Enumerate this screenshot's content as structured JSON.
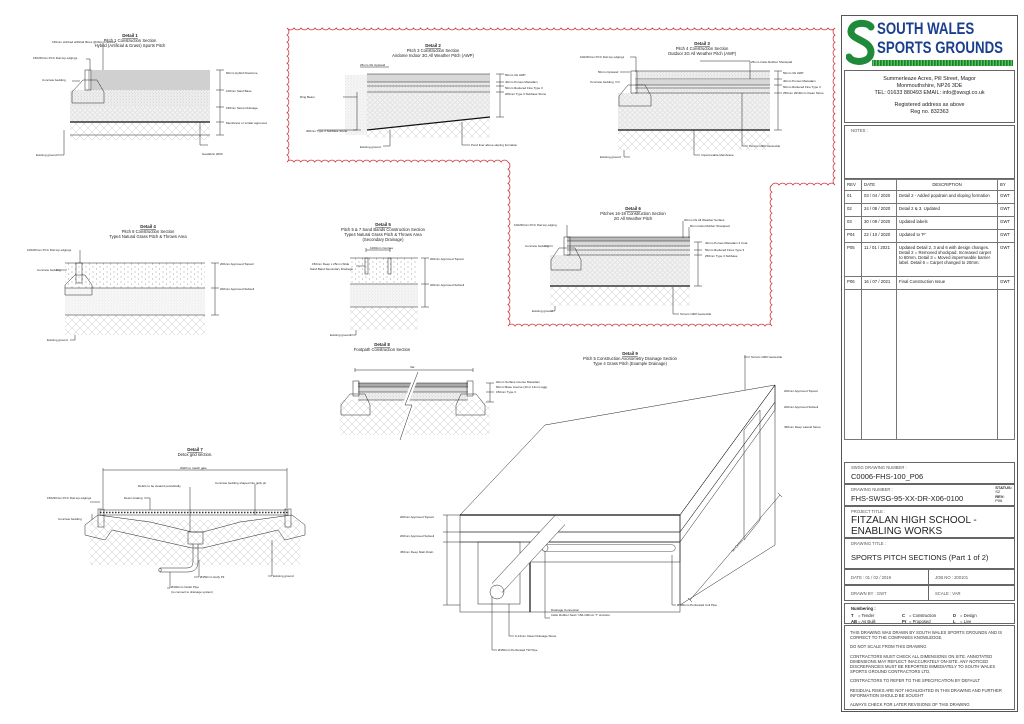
{
  "colors": {
    "revision_cloud": "#d0353f",
    "logo_blue": "#1b3f8f",
    "logo_green": "#1e8a3a"
  },
  "details": {
    "d1": {
      "title": "Detail 1",
      "sub": [
        "Pitch 1 Construction Section",
        "Hybrid (Artificial & Grass) Sports Pitch"
      ],
      "labels": [
        "150mm stitched artificial fibres @20mm centres",
        "150x50mm PCC Flat top edgings",
        "Concrete bedding",
        "60mm Hybrid Rootzone",
        "100mm Sand Base",
        "150mm Stone Drainage",
        "Membrane or similar approved",
        "Existing ground",
        "Geofabric 2000"
      ]
    },
    "d2": {
      "title": "Detail 2",
      "sub": [
        "Pitch 3 Construction Section",
        "Airdome Indoor 3G All Weather Pitch (AWP)"
      ],
      "labels": [
        "25mm 3G Upstand",
        "Ring Beam",
        "300mm Type 3 Subbase Stone",
        "Existing ground",
        "Pond liner above sloping formation",
        "50mm 3G AWP",
        "40mm Porous Macadam",
        "50mm Reduced Fine Type 3",
        "200mm Type 3 Subbase Stone"
      ]
    },
    "d3": {
      "title": "Detail 3",
      "sub": [
        "Pitch 4 Construction Section",
        "Outdoor 3G All Weather Pitch (AWP)"
      ],
      "labels": [
        "100x50mm PCC Flat top edgings",
        "50mm Upstand",
        "Concrete bedding",
        "25mm Insitu Rubber Shockpad",
        "50mm 3G AWP",
        "40mm Porous Macadam",
        "50mm Reduced Fine Type 3",
        "250mm 20/40mm Clean Stone",
        "Existing ground",
        "Impermeable Membrane",
        "Terram 1000 Geotextile"
      ]
    },
    "d4": {
      "title": "Detail 4",
      "sub": [
        "Pitch 8 Construction Section",
        "Type4 Natural Grass Pitch & Throws Area"
      ],
      "labels": [
        "100x50mm PCC Flat top edgings",
        "Concrete bedding",
        "200mm Approved Topsoil",
        "200mm Approved Subsoil",
        "Existing ground"
      ]
    },
    "d5": {
      "title": "Detail 5",
      "sub": [
        "Pitch 5 & 7 Sand Bands Construction Section",
        "Type4 Natural Grass Pitch & Throws Area",
        "(Secondary Drainage)"
      ],
      "labels": [
        "1000mm Centres",
        "150mm Deep x 25mm Wide",
        "Sand Band Secondary Drainage",
        "200mm Approved Topsoil",
        "200mm Approved Subsoil",
        "Existing ground"
      ]
    },
    "d6": {
      "title": "Detail 6",
      "sub": [
        "Pitches 16-19 Construction Section",
        "2G All Weather Pitch"
      ],
      "labels": [
        "100x50mm PCC Flat top edging",
        "Concrete bedding",
        "20mm 2G All Weather Surface",
        "8mm Insitu Rubber Shockpad",
        "40mm Porous Macadam 2 Coat",
        "50mm Reduced Fines Type 3",
        "250mm Type 3 Subbase",
        "Existing ground",
        "Terram 1000 Geotextile"
      ]
    },
    "d8": {
      "title": "Detail 8",
      "sub": [
        "Footpath Construction Section"
      ],
      "labels": [
        "Var.",
        "20mm Surface Course Macadam",
        "60mm Base Course (10 or 14mm agg)",
        "150mm Type 3"
      ]
    },
    "d9": {
      "title": "Detail 9",
      "sub": [
        "Pitch 5 Construction Axonometry Drainage Section",
        "Type 4 Grass Pitch (Example Drainage)"
      ],
      "labels": [
        "Terram 1000 Geotextile",
        "200mm Approved Topsoil",
        "200mm Approved Subsoil",
        "450mm Deep Lateral Stone",
        "200mm Approved Topsoil",
        "200mm Approved Subsoil",
        "450mm Deep Main Drain",
        "Drainage Connection",
        "Insitu Rubber Seal / 150-100mm 'T' Junction",
        "6-14mm Clean Drainage Stone",
        "Ø150mm Perforated TW Pipe",
        "Ø100mm Perforated Coil Pipe",
        "5m Centres"
      ]
    },
    "d7": {
      "title": "Detail 7",
      "sub": [
        "Detox grid section."
      ],
      "labels": [
        "Width to match gate",
        "Debris to be cleared periodically",
        "Concrete bedding shaped into gully pit",
        "150x50mm PCC Flat top edgings",
        "Detox Grating",
        "Concrete bedding",
        "Ø150mm Gully Pit",
        "Ø100mm Outlet Pipe",
        "(to connect to drainage system)",
        "Existing ground"
      ]
    }
  },
  "title_block": {
    "logo_text": [
      "SOUTH WALES",
      "SPORTS GROUNDS"
    ],
    "address": [
      "Summerleaze Acres, Pill Street, Magor",
      "Monmouthshire, NP26 3DE",
      "TEL: 01633 880493 EMAIL: info@swsgl.co.uk"
    ],
    "registered": [
      "Registered address as above",
      "Reg no. 832363"
    ],
    "notes_label": "NOTES :",
    "rev_headers": [
      "REV",
      "DATE",
      "DESCRIPTION",
      "BY"
    ],
    "revisions": [
      {
        "rev": "01",
        "date": "03 / 04 / 2020",
        "desc": "Detail 2 - Added popdrain and sloping formation",
        "by": "GWT"
      },
      {
        "rev": "02",
        "date": "24 / 08 / 2020",
        "desc": "Detail 2 & 3. Updated",
        "by": "GWT"
      },
      {
        "rev": "03",
        "date": "30 / 09 / 2020",
        "desc": "Updated labels",
        "by": "GWT"
      },
      {
        "rev": "P04",
        "date": "22 / 10 / 2020",
        "desc": "Updated to 'P'",
        "by": "GWT"
      },
      {
        "rev": "P05",
        "date": "11 / 01 / 2021",
        "desc": "Updated Detail 2, 3 and 6 with design changes. Detail 2 = Removed shockpad. Increased carpet to 60mm. Detail 3 = Moved impermeable barrier label. Detail 6 = Carpet changed to 20mm.",
        "by": "GWT"
      },
      {
        "rev": "P06",
        "date": "16 / 07 / 2021",
        "desc": "Final Construction Issue",
        "by": "GWT"
      }
    ],
    "swsg_label": "SWSG DRAWING NUMBER :",
    "swsg_number": "C0006-FHS-100_P06",
    "drawing_label": "DRAWING NUMBER :",
    "drawing_number": "FHS-SWSG-95-XX-DR-X06-0100",
    "status_label": "STATUS:",
    "status_value": "S2",
    "rev_label": "REV:",
    "rev_value": "P06",
    "project_label": "PROJECT TITLE :",
    "project_title": "FITZALAN HIGH SCHOOL - ENABLING WORKS",
    "dtitle_label": "DRAWING TITLE :",
    "drawing_title": "SPORTS PITCH SECTIONS (Part 1 of 2)",
    "date": "DATE :  01 / 02 / 2019",
    "job": "JOB NO :  200101",
    "drawn": "DRAWN BY :   GWT",
    "scale": "SCALE :  VAR",
    "numbering_label": "Numbering :",
    "numbering": [
      [
        "T",
        "= Tender"
      ],
      [
        "C",
        "= Construction"
      ],
      [
        "D",
        "= Design"
      ],
      [
        "AB",
        "= As Built"
      ],
      [
        "Pr",
        "= Proposed"
      ],
      [
        "L",
        "= Live"
      ]
    ],
    "disclaimer": [
      "THIS DRAWING WAS DRAWN BY SOUTH WALES SPORTS GROUNDS AND IS CORRECT TO THE COMPANIES KNOWLEDGE.",
      "DO NOT SCALE FROM THIS DRAWING",
      "CONTRACTORS MUST CHECK ALL DIMENSIONS ON SITE. ANNOTATED DIMENSIONS MAY REFLECT INACCURATELY ON-SITE. ANY NOTICED DISCREPANCIES MUST BE REPORTED IMMEDIATELY TO SOUTH WALES SPORTS GROUND CONTRACTORS LTD.",
      "CONTRACTORS TO REFER TO THE SPECIFICATION BY DEFAULT",
      "RESIDUAL RISKS ARE NOT HIGHLIGHTED IN THIS DRAWING AND FURTHER INFORMATION SHOULD BE SOUGHT",
      "ALWAYS CHECK FOR LATER REVISIONS OF THIS DRAWING"
    ]
  }
}
